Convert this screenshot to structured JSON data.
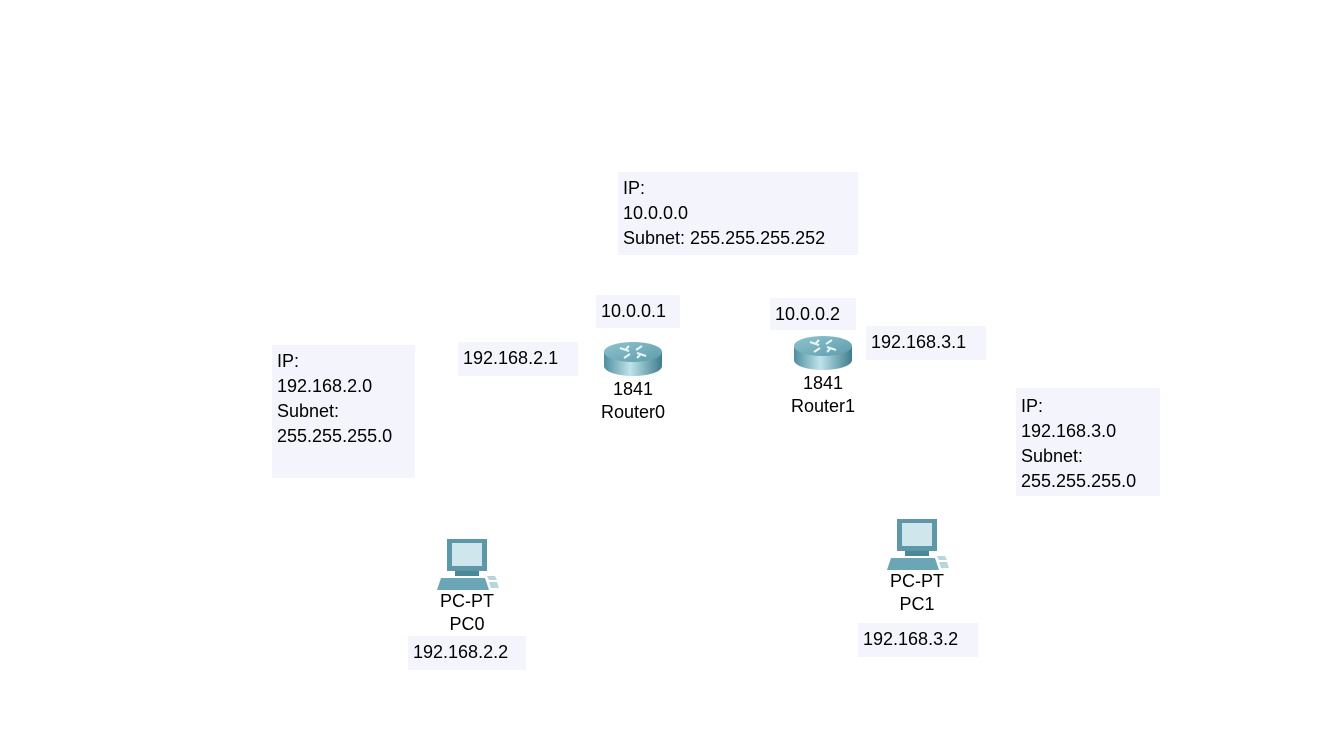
{
  "notes": {
    "wan": {
      "ip_label": "IP:",
      "ip": "10.0.0.0",
      "subnet": "Subnet: 255.255.255.252"
    },
    "lan0": {
      "ip_label": "IP:",
      "ip": "192.168.2.0",
      "subnet_label": "Subnet:",
      "subnet": "255.255.255.0"
    },
    "lan1": {
      "ip_label": "IP:",
      "ip": "192.168.3.0",
      "subnet_label": "Subnet:",
      "subnet": "255.255.255.0"
    },
    "r0_wan": "10.0.0.1",
    "r1_wan": "10.0.0.2",
    "r0_lan": "192.168.2.1",
    "r1_lan": "192.168.3.1",
    "pc0_ip": "192.168.2.2",
    "pc1_ip": "192.168.3.2"
  },
  "devices": {
    "router0": {
      "model": "1841",
      "name": "Router0",
      "icon": "router-icon"
    },
    "router1": {
      "model": "1841",
      "name": "Router1",
      "icon": "router-icon"
    },
    "pc0": {
      "model": "PC-PT",
      "name": "PC0",
      "icon": "pc-icon"
    },
    "pc1": {
      "model": "PC-PT",
      "name": "PC1",
      "icon": "pc-icon"
    }
  }
}
